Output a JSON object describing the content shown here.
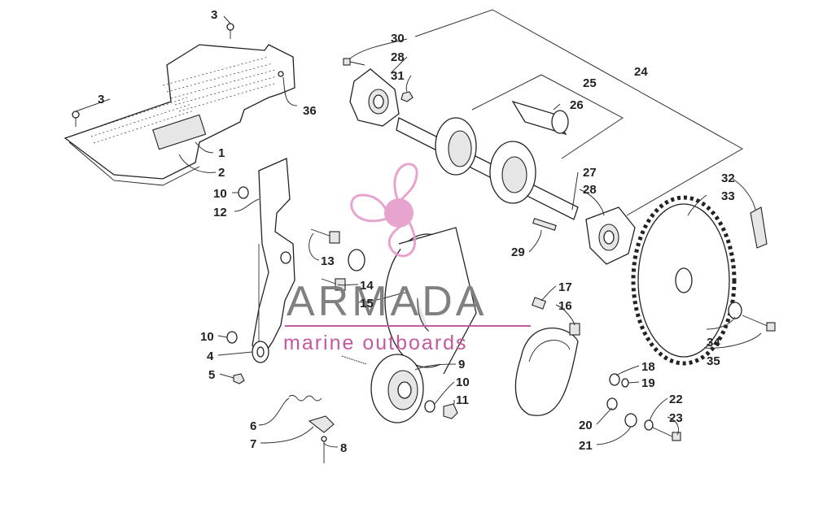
{
  "watermark": {
    "brand": "ARMADA",
    "tagline": "marine outboards",
    "brand_color": "#808080",
    "accent_color": "#c35a9f",
    "logo_color": "#e59bc9"
  },
  "callouts": {
    "c1": "1",
    "c2": "2",
    "c3a": "3",
    "c3b": "3",
    "c4": "4",
    "c5": "5",
    "c6": "6",
    "c7": "7",
    "c8": "8",
    "c9": "9",
    "c10a": "10",
    "c10b": "10",
    "c10c": "10",
    "c11": "11",
    "c12": "12",
    "c13": "13",
    "c14": "14",
    "c15": "15",
    "c16": "16",
    "c17": "17",
    "c18": "18",
    "c19": "19",
    "c20": "20",
    "c21": "21",
    "c22": "22",
    "c23": "23",
    "c24": "24",
    "c25": "25",
    "c26": "26",
    "c27": "27",
    "c28a": "28",
    "c28b": "28",
    "c29": "29",
    "c30": "30",
    "c31": "31",
    "c32": "32",
    "c33": "33",
    "c34": "34",
    "c35": "35",
    "c36": "36"
  }
}
